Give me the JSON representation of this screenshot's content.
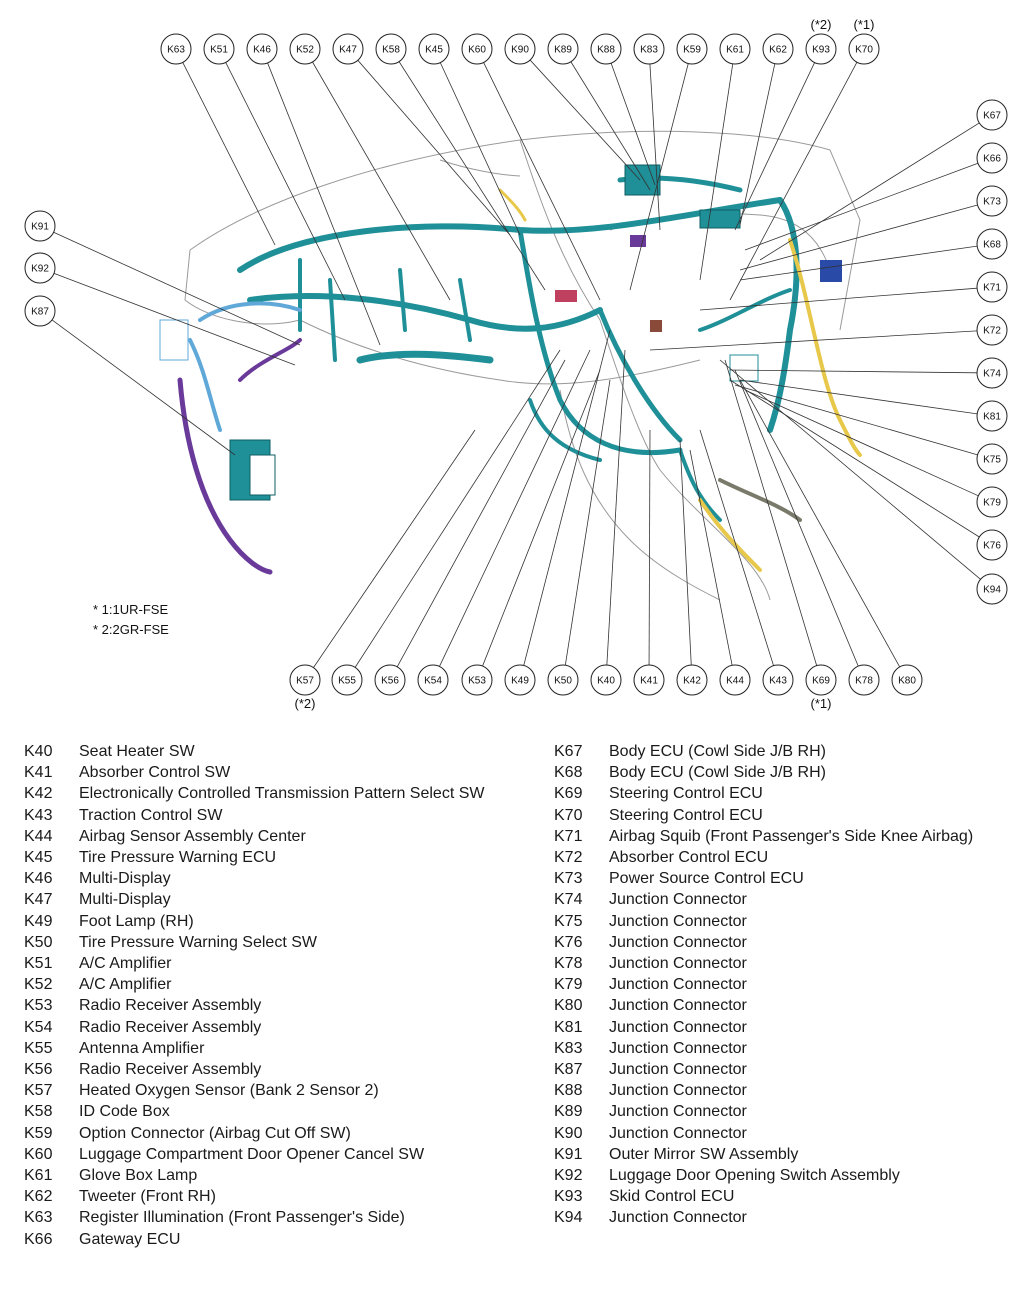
{
  "top_callouts": [
    {
      "code": "K63"
    },
    {
      "code": "K51"
    },
    {
      "code": "K46"
    },
    {
      "code": "K52"
    },
    {
      "code": "K47"
    },
    {
      "code": "K58"
    },
    {
      "code": "K45"
    },
    {
      "code": "K60"
    },
    {
      "code": "K90"
    },
    {
      "code": "K89"
    },
    {
      "code": "K88"
    },
    {
      "code": "K83"
    },
    {
      "code": "K59"
    },
    {
      "code": "K61"
    },
    {
      "code": "K62"
    },
    {
      "code": "K93",
      "note": "(*2)"
    },
    {
      "code": "K70",
      "note": "(*1)"
    }
  ],
  "left_callouts": [
    {
      "code": "K91"
    },
    {
      "code": "K92"
    },
    {
      "code": "K87"
    }
  ],
  "right_callouts": [
    {
      "code": "K67"
    },
    {
      "code": "K66"
    },
    {
      "code": "K73"
    },
    {
      "code": "K68"
    },
    {
      "code": "K71"
    },
    {
      "code": "K72"
    },
    {
      "code": "K74"
    },
    {
      "code": "K81"
    },
    {
      "code": "K75"
    },
    {
      "code": "K79"
    },
    {
      "code": "K76"
    },
    {
      "code": "K94"
    }
  ],
  "bottom_callouts": [
    {
      "code": "K57",
      "note": "(*2)"
    },
    {
      "code": "K55"
    },
    {
      "code": "K56"
    },
    {
      "code": "K54"
    },
    {
      "code": "K53"
    },
    {
      "code": "K49"
    },
    {
      "code": "K50"
    },
    {
      "code": "K40"
    },
    {
      "code": "K41"
    },
    {
      "code": "K42"
    },
    {
      "code": "K44"
    },
    {
      "code": "K43"
    },
    {
      "code": "K69",
      "note": "(*1)"
    },
    {
      "code": "K78"
    },
    {
      "code": "K80"
    }
  ],
  "footnotes": [
    "* 1:1UR-FSE",
    "* 2:2GR-FSE"
  ],
  "legend_left": [
    {
      "code": "K40",
      "desc": "Seat Heater SW"
    },
    {
      "code": "K41",
      "desc": "Absorber Control SW"
    },
    {
      "code": "K42",
      "desc": "Electronically Controlled Transmission Pattern Select SW"
    },
    {
      "code": "K43",
      "desc": "Traction Control SW"
    },
    {
      "code": "K44",
      "desc": "Airbag Sensor Assembly Center"
    },
    {
      "code": "K45",
      "desc": "Tire Pressure Warning ECU"
    },
    {
      "code": "K46",
      "desc": "Multi-Display"
    },
    {
      "code": "K47",
      "desc": "Multi-Display"
    },
    {
      "code": "K49",
      "desc": "Foot Lamp (RH)"
    },
    {
      "code": "K50",
      "desc": "Tire Pressure Warning Select SW"
    },
    {
      "code": "K51",
      "desc": "A/C Amplifier"
    },
    {
      "code": "K52",
      "desc": "A/C Amplifier"
    },
    {
      "code": "K53",
      "desc": "Radio Receiver Assembly"
    },
    {
      "code": "K54",
      "desc": "Radio Receiver Assembly"
    },
    {
      "code": "K55",
      "desc": "Antenna Amplifier"
    },
    {
      "code": "K56",
      "desc": "Radio Receiver Assembly"
    },
    {
      "code": "K57",
      "desc": "Heated Oxygen Sensor (Bank 2 Sensor 2)"
    },
    {
      "code": "K58",
      "desc": "ID Code Box"
    },
    {
      "code": "K59",
      "desc": "Option Connector (Airbag Cut Off SW)"
    },
    {
      "code": "K60",
      "desc": "Luggage Compartment Door Opener Cancel SW"
    },
    {
      "code": "K61",
      "desc": "Glove Box Lamp"
    },
    {
      "code": "K62",
      "desc": "Tweeter (Front RH)"
    },
    {
      "code": "K63",
      "desc": "Register Illumination (Front Passenger's Side)"
    },
    {
      "code": "K66",
      "desc": "Gateway ECU"
    }
  ],
  "legend_right": [
    {
      "code": "K67",
      "desc": "Body ECU (Cowl Side J/B RH)"
    },
    {
      "code": "K68",
      "desc": "Body ECU (Cowl Side J/B RH)"
    },
    {
      "code": "K69",
      "desc": "Steering Control ECU"
    },
    {
      "code": "K70",
      "desc": "Steering Control ECU"
    },
    {
      "code": "K71",
      "desc": "Airbag Squib (Front Passenger's Side Knee Airbag)"
    },
    {
      "code": "K72",
      "desc": "Absorber Control ECU"
    },
    {
      "code": "K73",
      "desc": "Power Source Control ECU"
    },
    {
      "code": "K74",
      "desc": "Junction Connector"
    },
    {
      "code": "K75",
      "desc": "Junction Connector"
    },
    {
      "code": "K76",
      "desc": "Junction Connector"
    },
    {
      "code": "K78",
      "desc": "Junction Connector"
    },
    {
      "code": "K79",
      "desc": "Junction Connector"
    },
    {
      "code": "K80",
      "desc": "Junction Connector"
    },
    {
      "code": "K81",
      "desc": "Junction Connector"
    },
    {
      "code": "K83",
      "desc": "Junction Connector"
    },
    {
      "code": "K87",
      "desc": "Junction Connector"
    },
    {
      "code": "K88",
      "desc": "Junction Connector"
    },
    {
      "code": "K89",
      "desc": "Junction Connector"
    },
    {
      "code": "K90",
      "desc": "Junction Connector"
    },
    {
      "code": "K91",
      "desc": "Outer Mirror SW Assembly"
    },
    {
      "code": "K92",
      "desc": "Luggage Door Opening Switch Assembly"
    },
    {
      "code": "K93",
      "desc": "Skid Control ECU"
    },
    {
      "code": "K94",
      "desc": "Junction Connector"
    }
  ],
  "colors": {
    "harness_main": "#1f8f98",
    "harness_light": "#5fa8d8",
    "harness_purple": "#6a3a9a",
    "harness_yellow": "#e8c84a",
    "outline": "#9a9a9a"
  }
}
